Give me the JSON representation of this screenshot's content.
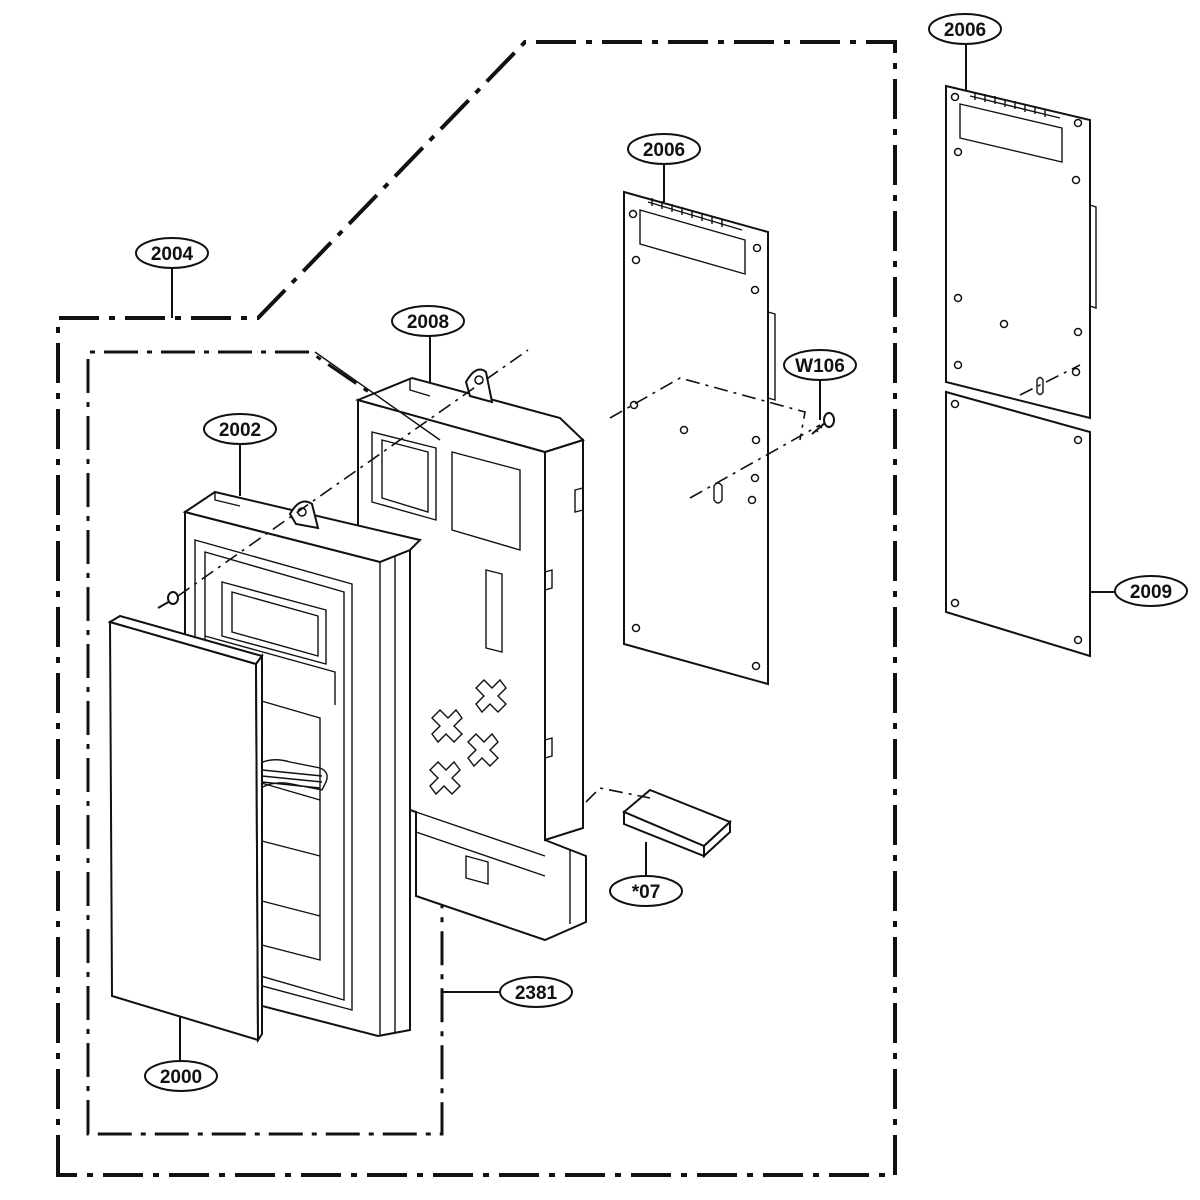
{
  "callouts": [
    {
      "id": "c2006-top",
      "label": "2006"
    },
    {
      "id": "c2006-mid",
      "label": "2006"
    },
    {
      "id": "c2004",
      "label": "2004"
    },
    {
      "id": "c2008",
      "label": "2008"
    },
    {
      "id": "cW106",
      "label": "W106"
    },
    {
      "id": "c2002",
      "label": "2002"
    },
    {
      "id": "c2009",
      "label": "2009"
    },
    {
      "id": "c07",
      "label": "*07"
    },
    {
      "id": "c2381",
      "label": "2381"
    },
    {
      "id": "c2000",
      "label": "2000"
    }
  ]
}
